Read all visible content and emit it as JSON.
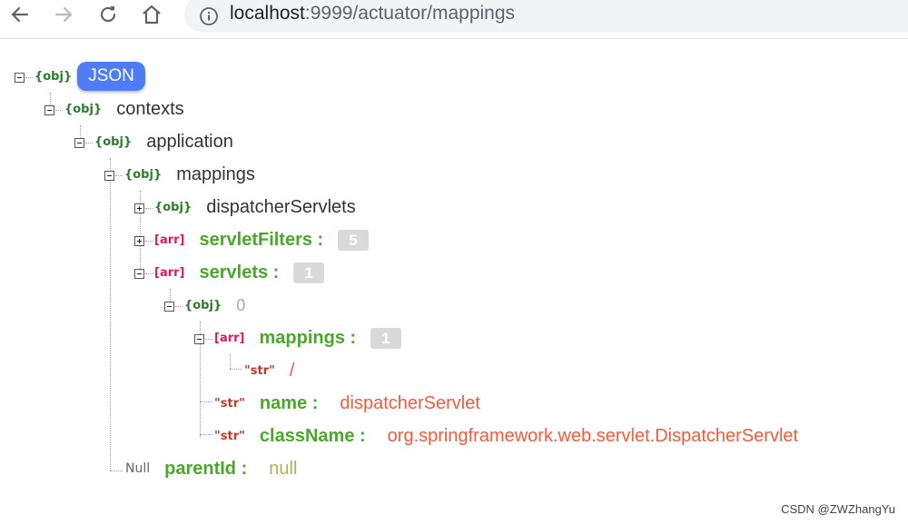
{
  "browser": {
    "url_host": "localhost",
    "url_rest": ":9999/actuator/mappings"
  },
  "tree": {
    "root": {
      "type": "{obj}",
      "label": "JSON"
    },
    "contexts": {
      "type": "{obj}",
      "key": "contexts"
    },
    "application": {
      "type": "{obj}",
      "key": "application"
    },
    "mappings": {
      "type": "{obj}",
      "key": "mappings"
    },
    "dispatcherServlets": {
      "type": "{obj}",
      "key": "dispatcherServlets"
    },
    "servletFilters": {
      "type": "[arr]",
      "key": "servletFilters :",
      "count": "5"
    },
    "servlets": {
      "type": "[arr]",
      "key": "servlets :",
      "count": "1"
    },
    "item0": {
      "type": "{obj}",
      "key": "0"
    },
    "innerMappings": {
      "type": "[arr]",
      "key": "mappings :",
      "count": "1"
    },
    "slash": {
      "type": "\"str\"",
      "value": "/"
    },
    "name": {
      "type": "\"str\"",
      "key": "name :",
      "value": "dispatcherServlet"
    },
    "className": {
      "type": "\"str\"",
      "key": "className :",
      "value": "org.springframework.web.servlet.DispatcherServlet"
    },
    "parentId": {
      "type": "Null",
      "key": "parentId :",
      "value": "null"
    }
  },
  "watermark": "CSDN @ZWZhangYu"
}
